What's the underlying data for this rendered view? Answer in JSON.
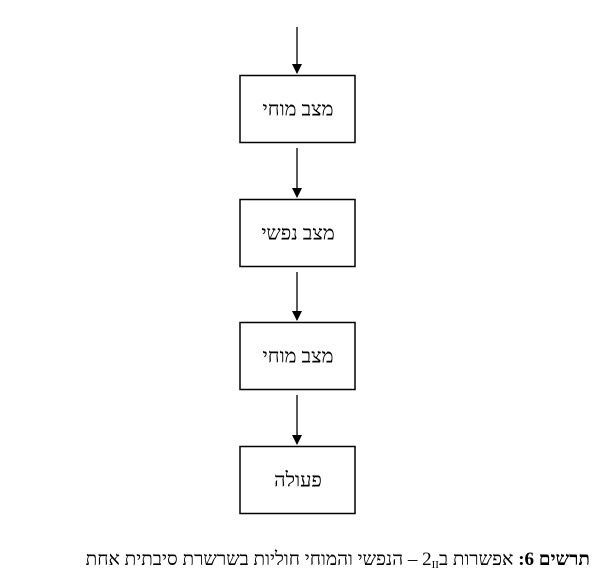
{
  "diagram": {
    "nodes": [
      {
        "id": "n1",
        "label": "מצב מוחי"
      },
      {
        "id": "n2",
        "label": "מצב נפשי"
      },
      {
        "id": "n3",
        "label": "מצב מוחי"
      },
      {
        "id": "n4",
        "label": "פעולה"
      }
    ],
    "edges": [
      {
        "from": "",
        "to": "n1"
      },
      {
        "from": "n1",
        "to": "n2"
      },
      {
        "from": "n2",
        "to": "n3"
      },
      {
        "from": "n3",
        "to": "n4"
      }
    ]
  },
  "caption": {
    "label": "תרשים 6:",
    "text_before": "אפשרות ב2",
    "subscript": "II",
    "text_after": " – הנפשי והמוחי חוליות בשרשרת סיבתית אחת"
  }
}
